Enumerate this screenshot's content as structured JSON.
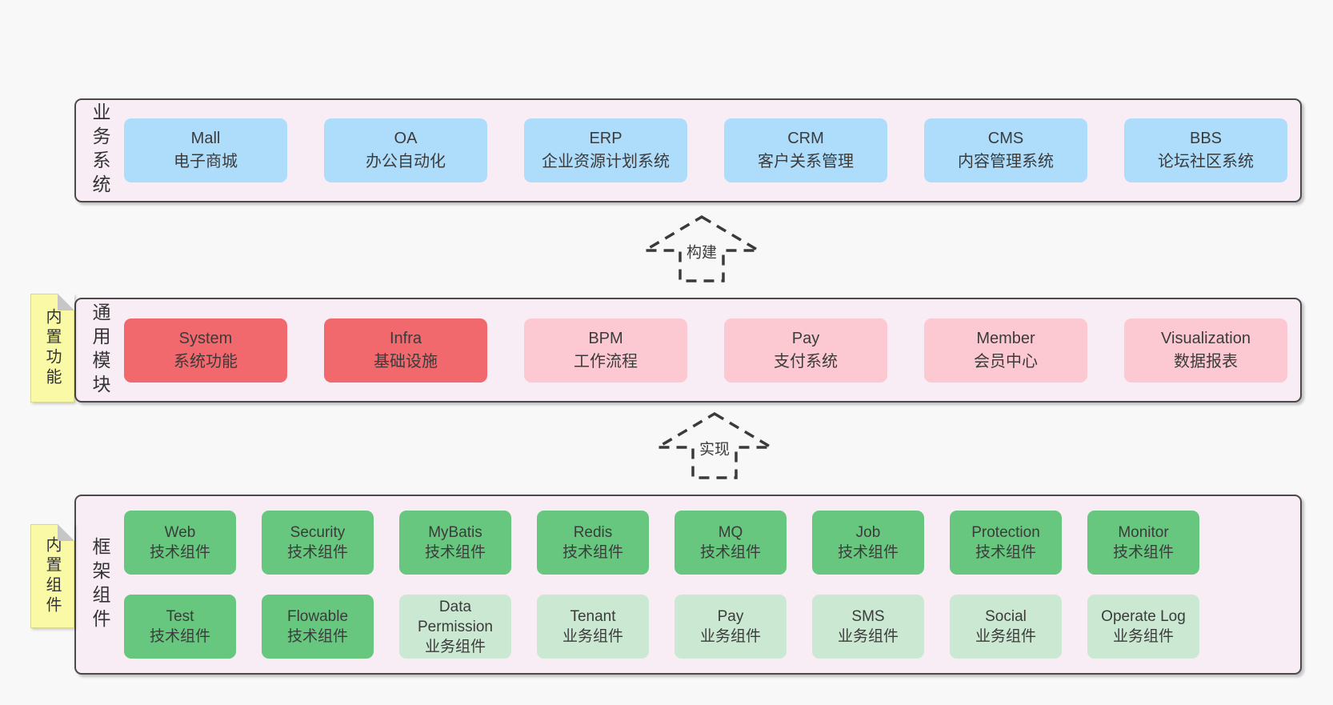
{
  "colors": {
    "page_bg": "#f8f8f8",
    "panel_bg": "#f8edf4",
    "panel_border": "#4a4a4a",
    "blue_box": "#aeddfb",
    "red_box": "#f1686d",
    "pink_box": "#fcc9d2",
    "green_box": "#68c77f",
    "light_green_box": "#cbe9d2",
    "yellow_tag": "#fafaa6",
    "text": "#3b3b3b"
  },
  "layers": {
    "business": {
      "label": "业务系统",
      "boxes": [
        {
          "name": "Mall",
          "desc": "电子商城",
          "variant": "blue"
        },
        {
          "name": "OA",
          "desc": "办公自动化",
          "variant": "blue"
        },
        {
          "name": "ERP",
          "desc": "企业资源计划系统",
          "variant": "blue"
        },
        {
          "name": "CRM",
          "desc": "客户关系管理",
          "variant": "blue"
        },
        {
          "name": "CMS",
          "desc": "内容管理系统",
          "variant": "blue"
        },
        {
          "name": "BBS",
          "desc": "论坛社区系统",
          "variant": "blue"
        }
      ]
    },
    "modules": {
      "label": "通用模块",
      "tag": "内置功能",
      "boxes": [
        {
          "name": "System",
          "desc": "系统功能",
          "variant": "red"
        },
        {
          "name": "Infra",
          "desc": "基础设施",
          "variant": "red"
        },
        {
          "name": "BPM",
          "desc": "工作流程",
          "variant": "pink"
        },
        {
          "name": "Pay",
          "desc": "支付系统",
          "variant": "pink"
        },
        {
          "name": "Member",
          "desc": "会员中心",
          "variant": "pink"
        },
        {
          "name": "Visualization",
          "desc": "数据报表",
          "variant": "pink"
        }
      ]
    },
    "framework": {
      "label": "框架组件",
      "tag": "内置组件",
      "row1": [
        {
          "name": "Web",
          "desc": "技术组件",
          "variant": "green"
        },
        {
          "name": "Security",
          "desc": "技术组件",
          "variant": "green"
        },
        {
          "name": "MyBatis",
          "desc": "技术组件",
          "variant": "green"
        },
        {
          "name": "Redis",
          "desc": "技术组件",
          "variant": "green"
        },
        {
          "name": "MQ",
          "desc": "技术组件",
          "variant": "green"
        },
        {
          "name": "Job",
          "desc": "技术组件",
          "variant": "green"
        },
        {
          "name": "Protection",
          "desc": "技术组件",
          "variant": "green"
        },
        {
          "name": "Monitor",
          "desc": "技术组件",
          "variant": "green"
        }
      ],
      "row2": [
        {
          "name": "Test",
          "desc": "技术组件",
          "variant": "green"
        },
        {
          "name": "Flowable",
          "desc": "技术组件",
          "variant": "green"
        },
        {
          "name": "Data Permission",
          "desc": "业务组件",
          "variant": "green-light"
        },
        {
          "name": "Tenant",
          "desc": "业务组件",
          "variant": "green-light"
        },
        {
          "name": "Pay",
          "desc": "业务组件",
          "variant": "green-light"
        },
        {
          "name": "SMS",
          "desc": "业务组件",
          "variant": "green-light"
        },
        {
          "name": "Social",
          "desc": "业务组件",
          "variant": "green-light"
        },
        {
          "name": "Operate Log",
          "desc": "业务组件",
          "variant": "green-light"
        }
      ]
    }
  },
  "arrows": {
    "build": "构建",
    "implement": "实现"
  }
}
